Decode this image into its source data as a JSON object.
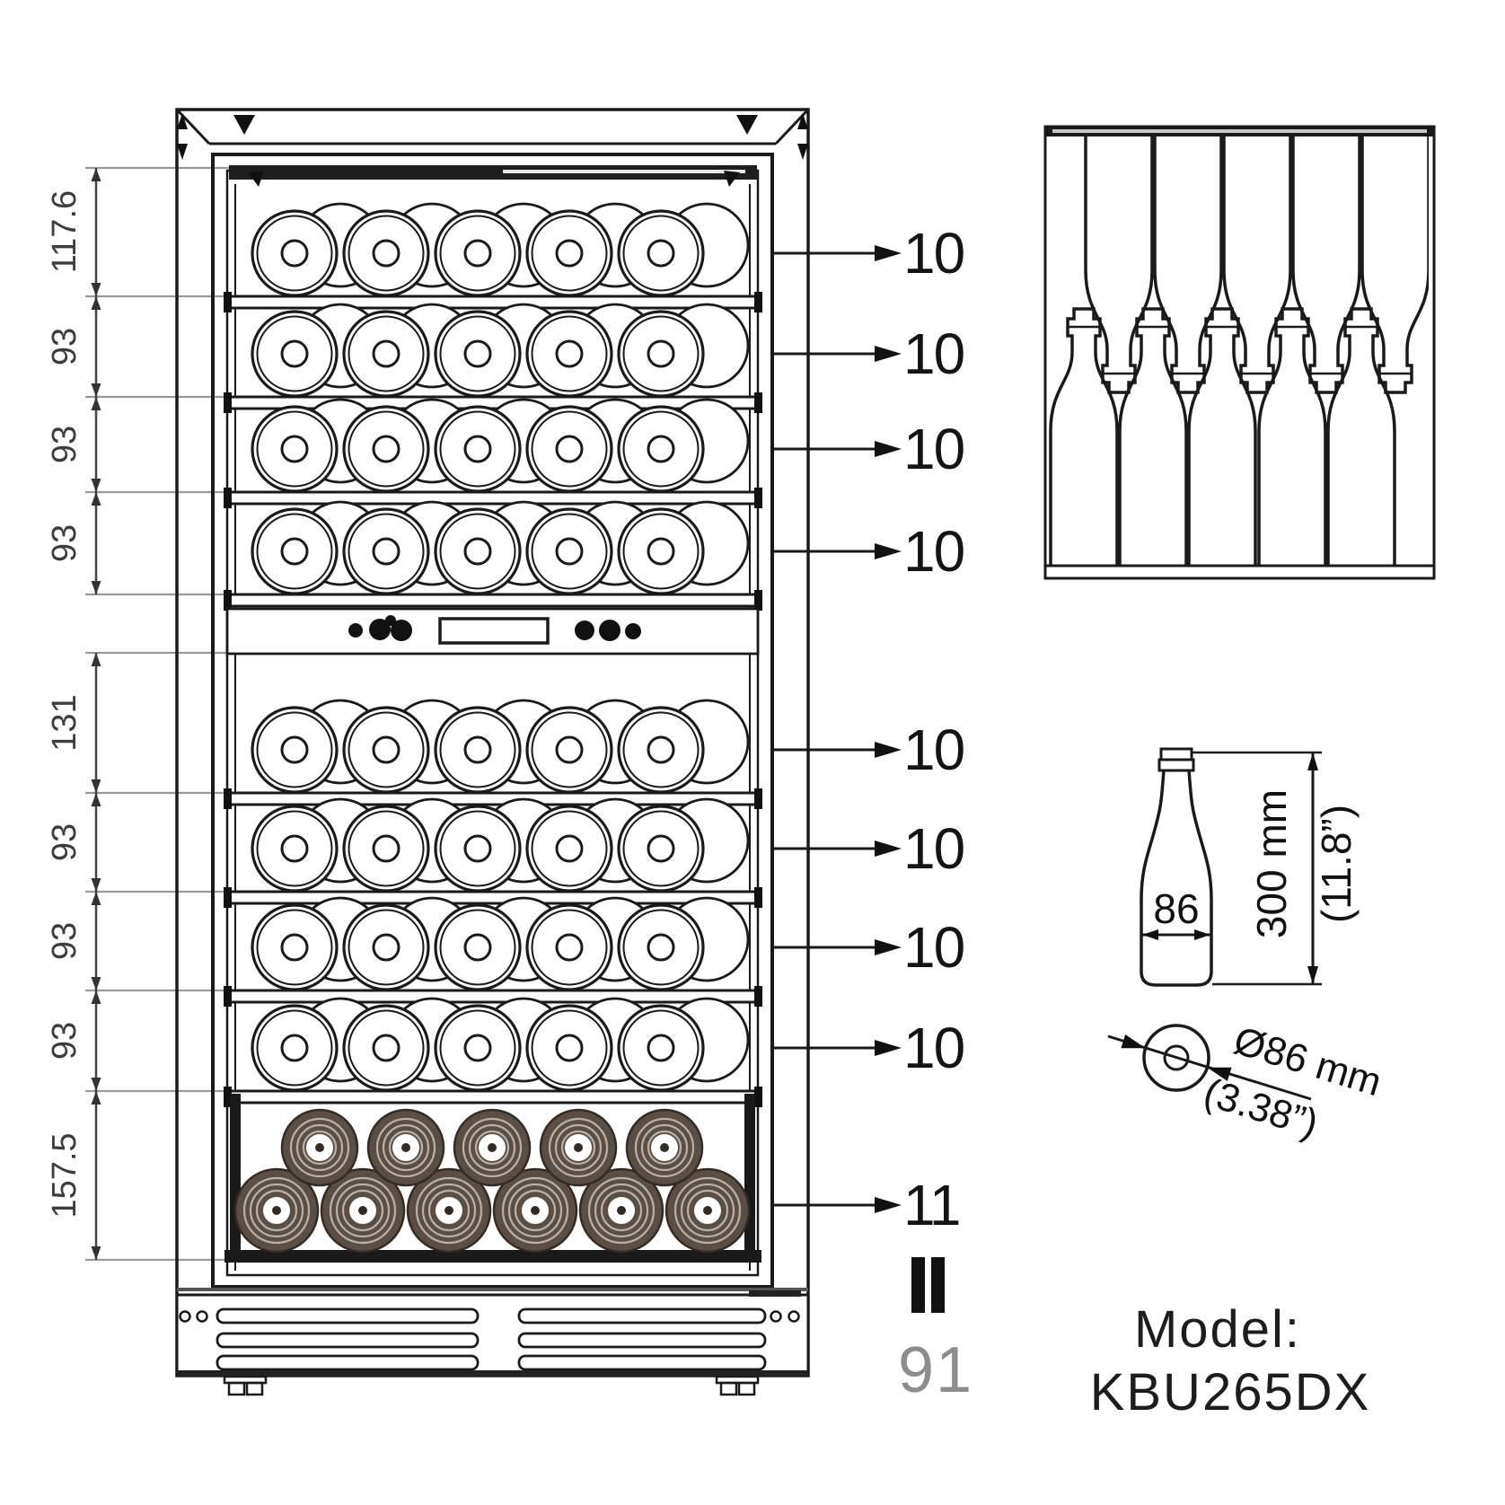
{
  "dimensions": {
    "upper": [
      "117.6",
      "93",
      "93",
      "93"
    ],
    "lower": [
      "131",
      "93",
      "93",
      "93",
      "157.5"
    ]
  },
  "capacity": {
    "upper_shelves": [
      "10",
      "10",
      "10",
      "10"
    ],
    "lower_shelves": [
      "10",
      "10",
      "10",
      "10"
    ],
    "bottom_bin": "11",
    "total": "91"
  },
  "bottle_spec": {
    "body_width": "86",
    "height": "300 mm",
    "height_inches": "(11.8”)",
    "diameter": "Ø86 mm",
    "diameter_inches": "(3.38”)"
  },
  "model": {
    "label": "Model:",
    "value": "KBU265DX"
  },
  "colors": {
    "line": "#1a1a1a",
    "dim_line": "#9a9a9a",
    "dim_text": "#3d3d3d",
    "total_text": "#8d8d8d",
    "dark_bottle": "#5b4e45",
    "dark_bottle_ring": "#d8d2cc"
  }
}
